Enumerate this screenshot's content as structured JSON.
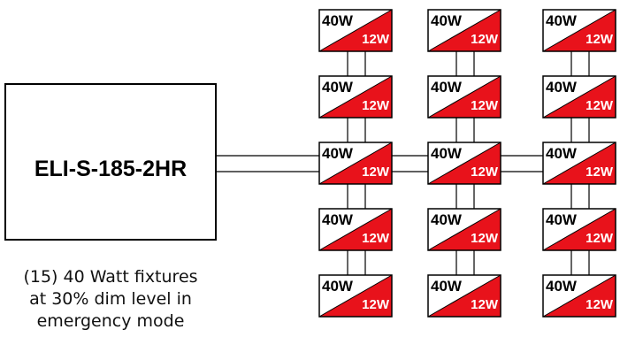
{
  "device": {
    "label": "ELI-S-185-2HR"
  },
  "caption": {
    "lines": [
      "(15) 40 Watt fixtures",
      "at 30% dim level in",
      "emergency mode"
    ]
  },
  "fixture": {
    "normal_label": "40W",
    "emergency_label": "12W",
    "count": 15
  },
  "colors": {
    "emergency_fill": "#e8121b",
    "stroke": "#000000",
    "background": "#ffffff"
  }
}
